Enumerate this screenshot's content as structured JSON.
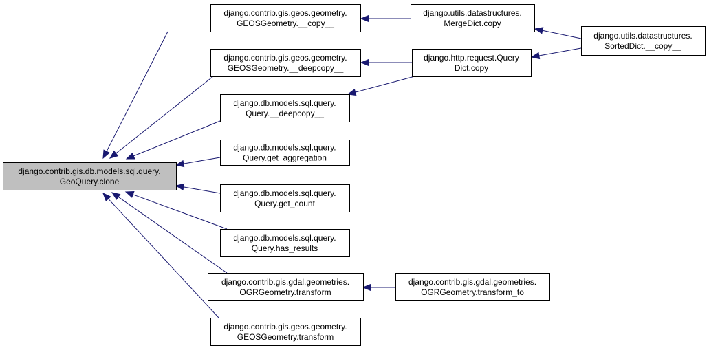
{
  "graph": {
    "colors": {
      "node_fill": "#ffffff",
      "highlight_fill": "#bfbfbf",
      "border": "#000000",
      "edge": "#191970"
    },
    "nodes": {
      "geoquery_clone": {
        "line1": "django.contrib.gis.db.models.sql.query.",
        "line2": "GeoQuery.clone",
        "highlighted": true
      },
      "geos_copy": {
        "line1": "django.contrib.gis.geos.geometry.",
        "line2": "GEOSGeometry.__copy__"
      },
      "geos_deepcopy": {
        "line1": "django.contrib.gis.geos.geometry.",
        "line2": "GEOSGeometry.__deepcopy__"
      },
      "query_deepcopy": {
        "line1": "django.db.models.sql.query.",
        "line2": "Query.__deepcopy__"
      },
      "query_get_aggregation": {
        "line1": "django.db.models.sql.query.",
        "line2": "Query.get_aggregation"
      },
      "query_get_count": {
        "line1": "django.db.models.sql.query.",
        "line2": "Query.get_count"
      },
      "query_has_results": {
        "line1": "django.db.models.sql.query.",
        "line2": "Query.has_results"
      },
      "ogr_transform": {
        "line1": "django.contrib.gis.gdal.geometries.",
        "line2": "OGRGeometry.transform"
      },
      "geos_transform": {
        "line1": "django.contrib.gis.geos.geometry.",
        "line2": "GEOSGeometry.transform"
      },
      "mergedict_copy": {
        "line1": "django.utils.datastructures.",
        "line2": "MergeDict.copy"
      },
      "querydict_copy": {
        "line1": "django.http.request.Query",
        "line2": "Dict.copy"
      },
      "ogr_transform_to": {
        "line1": "django.contrib.gis.gdal.geometries.",
        "line2": "OGRGeometry.transform_to"
      },
      "sorteddict_copy": {
        "line1": "django.utils.datastructures.",
        "line2": "SortedDict.__copy__"
      }
    },
    "edges": [
      {
        "from": "geos_copy",
        "to": "geoquery_clone"
      },
      {
        "from": "geos_deepcopy",
        "to": "geoquery_clone"
      },
      {
        "from": "query_deepcopy",
        "to": "geoquery_clone"
      },
      {
        "from": "query_get_aggregation",
        "to": "geoquery_clone"
      },
      {
        "from": "query_get_count",
        "to": "geoquery_clone"
      },
      {
        "from": "query_has_results",
        "to": "geoquery_clone"
      },
      {
        "from": "ogr_transform",
        "to": "geoquery_clone"
      },
      {
        "from": "geos_transform",
        "to": "geoquery_clone"
      },
      {
        "from": "mergedict_copy",
        "to": "geos_copy"
      },
      {
        "from": "querydict_copy",
        "to": "geos_deepcopy"
      },
      {
        "from": "querydict_copy",
        "to": "query_deepcopy"
      },
      {
        "from": "ogr_transform_to",
        "to": "ogr_transform"
      },
      {
        "from": "sorteddict_copy",
        "to": "mergedict_copy"
      },
      {
        "from": "sorteddict_copy",
        "to": "querydict_copy"
      }
    ]
  }
}
